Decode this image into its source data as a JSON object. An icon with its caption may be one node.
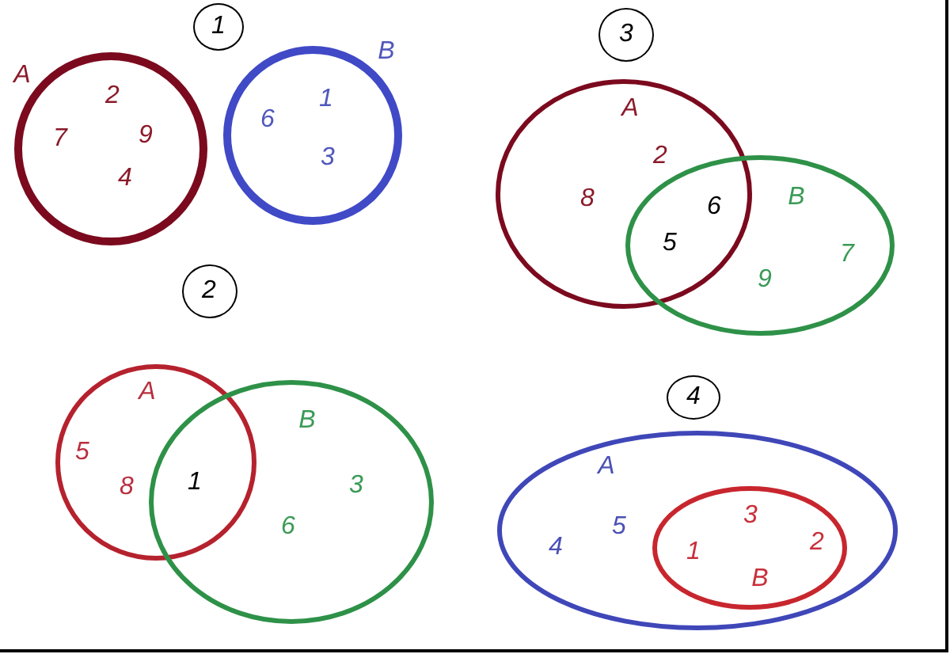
{
  "diagram": {
    "nodes": [
      {
        "text": [
          "1"
        ]
      },
      {
        "text": [
          "A",
          "2",
          "7",
          "9",
          "4"
        ]
      },
      {
        "text": [
          "B",
          "1",
          "6",
          "3"
        ]
      },
      {
        "text": [
          "2"
        ]
      },
      {
        "text": [
          "A",
          "5",
          "8"
        ]
      },
      {
        "text": [
          "B",
          "3",
          "6"
        ]
      },
      {
        "text": [
          "3"
        ]
      },
      {
        "text": [
          "A",
          "2",
          "8"
        ]
      },
      {
        "text": [
          "B",
          "7",
          "9"
        ]
      },
      {
        "text": [
          "4"
        ]
      },
      {
        "text": [
          "A",
          "5",
          "4"
        ]
      },
      {
        "text": [
          "3",
          "2",
          "1",
          "B"
        ],
        "in": 10
      }
    ],
    "labels": [
      "1",
      "6",
      "5"
    ]
  }
}
